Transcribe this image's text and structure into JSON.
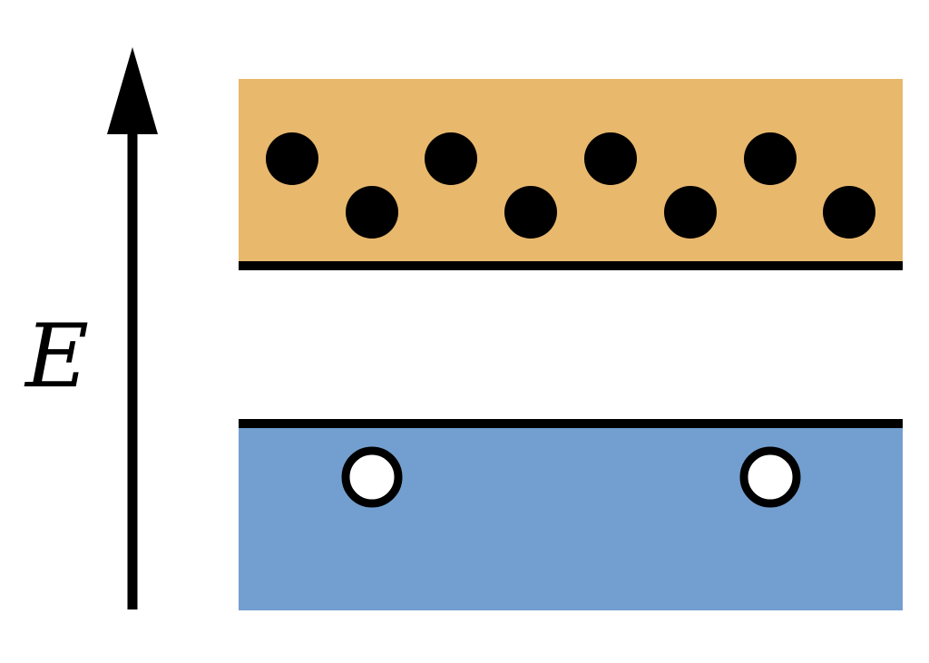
{
  "axis": {
    "label": "E",
    "direction": "up",
    "color": "#000000"
  },
  "bands": {
    "conduction": {
      "color": "#E8B86D",
      "edge": "bottom",
      "electron_count": 8
    },
    "valence": {
      "color": "#729FCF",
      "edge": "top",
      "hole_count": 2
    }
  },
  "carrier_colors": {
    "electron": "#000000",
    "hole_fill": "#ffffff",
    "hole_stroke": "#000000"
  }
}
